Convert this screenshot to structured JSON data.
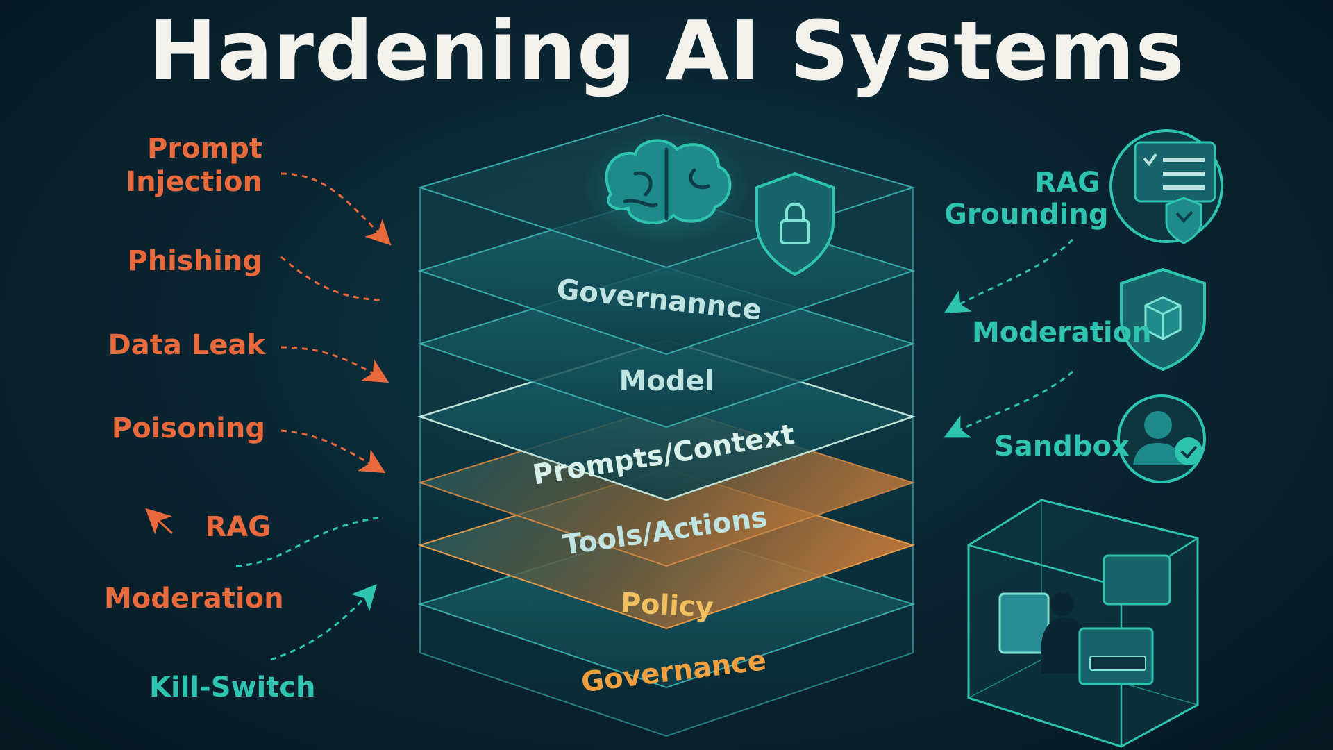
{
  "title": "Hardening AI Systems",
  "threats": {
    "prompt_injection": "Prompt\nInjection",
    "phishing": "Phishing",
    "data_leak": "Data Leak",
    "poisoning": "Poisoning",
    "rag": "RAG",
    "moderation": "Moderation",
    "kill_switch": "Kill-Switch"
  },
  "layers": {
    "top": "Governannce",
    "model": "Model",
    "prompts": "Prompts/Context",
    "tools": "Tools/Actions",
    "policy": "Policy",
    "governance": "Governance"
  },
  "defenses": {
    "rag_grounding": "RAG\nGrounding",
    "moderation": "Moderation",
    "sandbox": "Sandbox"
  },
  "colors": {
    "threat": "#e8693c",
    "defense": "#2ec4b0",
    "layer_teal": "#bfe3e0",
    "layer_orange": "#f0a040"
  },
  "icons": [
    "brain-icon",
    "shield-lock-icon",
    "checklist-shield-icon",
    "shield-box-icon",
    "user-check-icon",
    "sandbox-cube-icon"
  ]
}
